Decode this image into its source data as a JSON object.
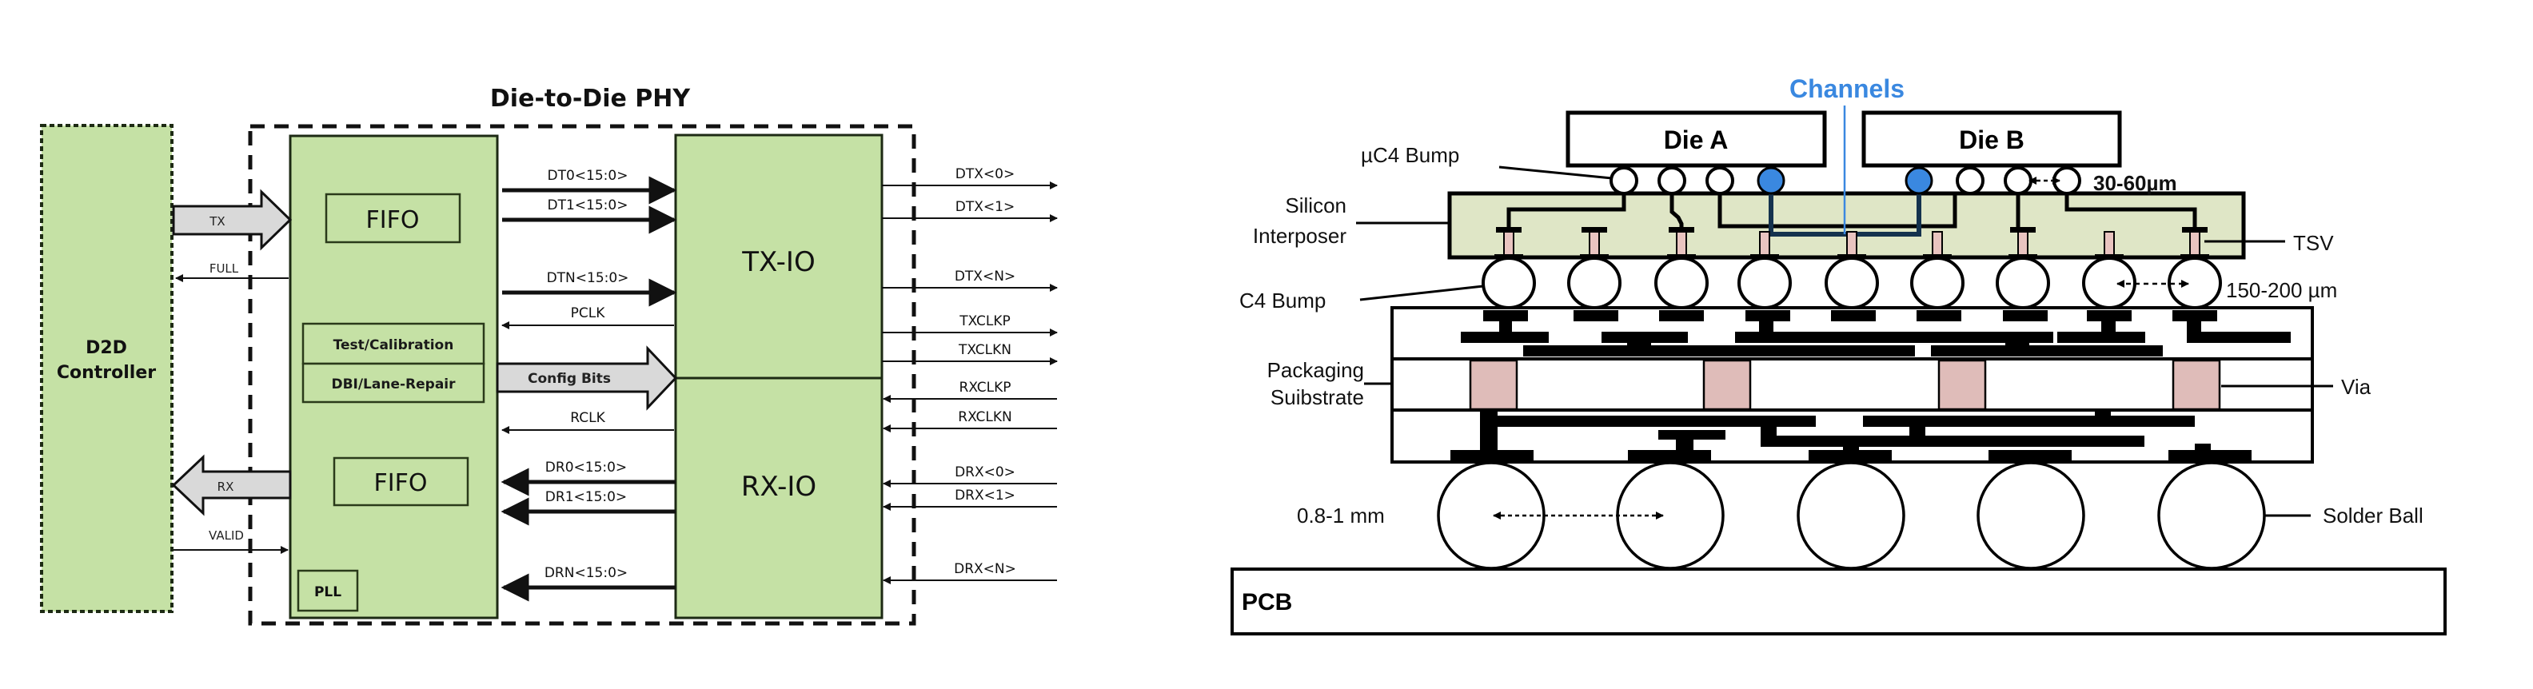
{
  "left_diagram": {
    "title": "Die-to-Die PHY",
    "controller_label_line1": "D2D",
    "controller_label_line2": "Controller",
    "controller_signals": [
      {
        "label": "TX",
        "direction": "to-phy",
        "style": "bus-arrow"
      },
      {
        "label": "FULL",
        "direction": "to-controller",
        "style": "thin"
      },
      {
        "label": "RX",
        "direction": "to-controller",
        "style": "bus-arrow"
      },
      {
        "label": "VALID",
        "direction": "to-phy",
        "style": "thin"
      }
    ],
    "logic_block": {
      "fifo_tx": "FIFO",
      "test_calibration": "Test/Calibration",
      "dbi_lane_repair": "DBI/Lane-Repair",
      "fifo_rx": "FIFO",
      "pll": "PLL"
    },
    "io_block": {
      "tx_label": "TX-IO",
      "rx_label": "RX-IO"
    },
    "internal_signals": [
      {
        "label": "DT0<15:0>",
        "direction": "right",
        "weight": "thick"
      },
      {
        "label": "DT1<15:0>",
        "direction": "right",
        "weight": "thick"
      },
      {
        "label": "DTN<15:0>",
        "direction": "right",
        "weight": "thick"
      },
      {
        "label": "PCLK",
        "direction": "left",
        "weight": "thin"
      },
      {
        "label": "Config Bits",
        "direction": "right",
        "weight": "bus-arrow"
      },
      {
        "label": "RCLK",
        "direction": "left",
        "weight": "thin"
      },
      {
        "label": "DR0<15:0>",
        "direction": "left",
        "weight": "thick"
      },
      {
        "label": "DR1<15:0>",
        "direction": "left",
        "weight": "thick"
      },
      {
        "label": "DRN<15:0>",
        "direction": "left",
        "weight": "thick"
      }
    ],
    "external_signals": [
      {
        "label": "DTX<0>",
        "direction": "out"
      },
      {
        "label": "DTX<1>",
        "direction": "out"
      },
      {
        "label": "DTX<N>",
        "direction": "out"
      },
      {
        "label": "TXCLKP",
        "direction": "out"
      },
      {
        "label": "TXCLKN",
        "direction": "out"
      },
      {
        "label": "RXCLKP",
        "direction": "in"
      },
      {
        "label": "RXCLKN",
        "direction": "in"
      },
      {
        "label": "DRX<0>",
        "direction": "in"
      },
      {
        "label": "DRX<1>",
        "direction": "in"
      },
      {
        "label": "DRX<N>",
        "direction": "in"
      }
    ],
    "colors": {
      "block_fill": "#c5e1a5",
      "bus_arrow_fill": "#d9d9d9"
    }
  },
  "right_diagram": {
    "channels_label": "Channels",
    "die_a": "Die A",
    "die_b": "Die B",
    "labels": {
      "uc4_bump": "µC4 Bump",
      "silicon_interposer_line1": "Silicon",
      "silicon_interposer_line2": "Interposer",
      "c4_bump": "C4 Bump",
      "packaging_substrate_line1": "Packaging",
      "packaging_substrate_line2": "Suibstrate",
      "tsv": "TSV",
      "via": "Via",
      "solder_ball": "Solder Ball",
      "pcb": "PCB"
    },
    "dimensions": {
      "uc4_pitch": "30-60µm",
      "c4_pitch": "150-200 µm",
      "solder_ball_pitch": "0.8-1 mm"
    },
    "colors": {
      "channel_blue": "#3a88e0",
      "interposer_fill": "#dfe6c6",
      "tsv_via_fill": "#dfbcb9"
    }
  }
}
